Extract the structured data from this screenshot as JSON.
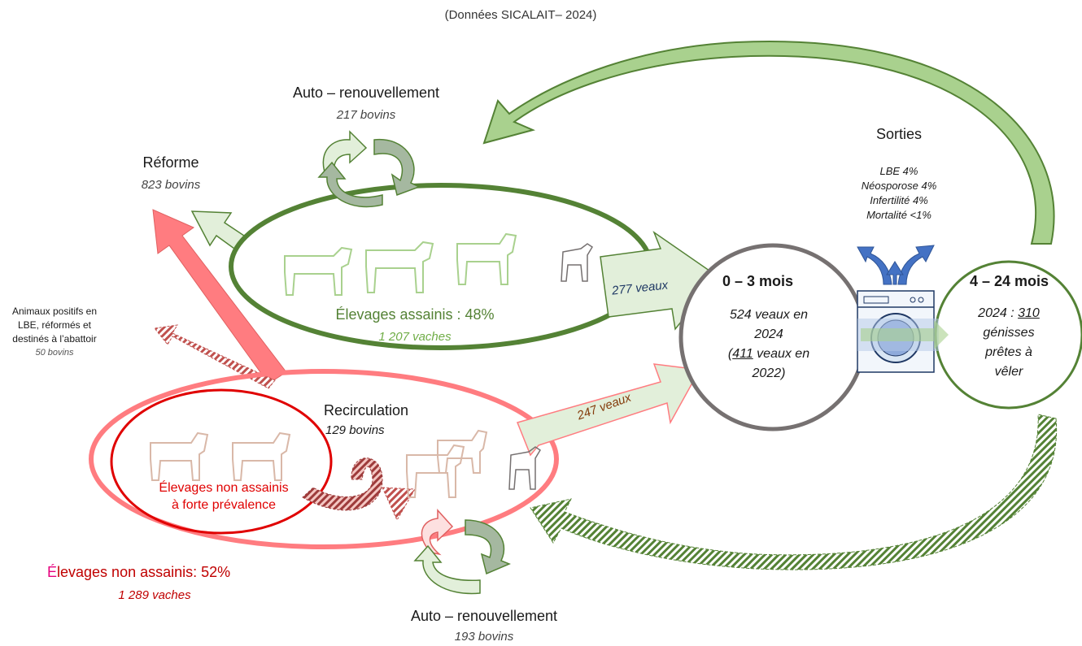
{
  "source": "(Données SICALAIT– 2024)",
  "auto_top": {
    "title": "Auto – renouvellement",
    "count": "217 bovins"
  },
  "reforme": {
    "title": "Réforme",
    "count": "823 bovins"
  },
  "sorties": {
    "title": "Sorties",
    "lines": [
      "LBE 4%",
      "Néosporose 4%",
      "Infertilité 4%",
      "Mortalité <1%"
    ]
  },
  "assainis": {
    "label": "Élevages assainis : 48%",
    "count": "1 207 vaches"
  },
  "flow_assainis": "277 veaux",
  "flow_non_assainis": "247 veaux",
  "calves": {
    "title": "0 – 3 mois",
    "line1": "524 veaux en",
    "line2": "2024",
    "prev_num": "411",
    "prev_rest": " veaux en",
    "line4": "2022)"
  },
  "heifers": {
    "title": "4 – 24 mois",
    "year": "2024 : ",
    "num": "310",
    "line2": "génisses",
    "line3": "prêtes à",
    "line4": "vêler"
  },
  "lbe_positive": {
    "lines": [
      "Animaux positifs en",
      "LBE, réformés et",
      "destinés à l’abattoir"
    ],
    "count": "50 bovins"
  },
  "recirculation": {
    "title": "Recirculation",
    "count": "129 bovins"
  },
  "forte": {
    "line1": "Élevages non assainis",
    "line2": "à forte prévalence"
  },
  "non_assainis": {
    "prefix": "É",
    "label": "levages non assainis: 52%",
    "count": "1 289 vaches"
  },
  "auto_bottom": {
    "title": "Auto – renouvellement",
    "count": "193 bovins"
  },
  "colors": {
    "green_dark": "#548235",
    "green_light": "#e2efda",
    "red_light": "#ff7c80",
    "red_dark": "#e00000",
    "grey_circle": "#767171"
  }
}
